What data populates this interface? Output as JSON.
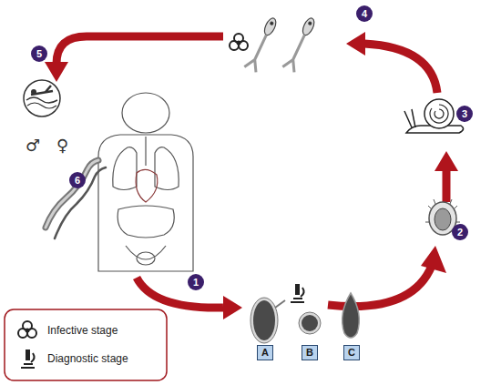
{
  "diagram": {
    "nodes": [
      {
        "text": [
          "A"
        ]
      },
      {
        "text": [
          "B"
        ]
      },
      {
        "text": [
          "C"
        ]
      }
    ],
    "labels": [
      "1",
      "2",
      "3",
      "4",
      "5",
      "6",
      "♂",
      "♀"
    ],
    "legend": [
      {
        "text": "Infective stage"
      },
      {
        "text": "Diagnostic stage"
      }
    ]
  }
}
